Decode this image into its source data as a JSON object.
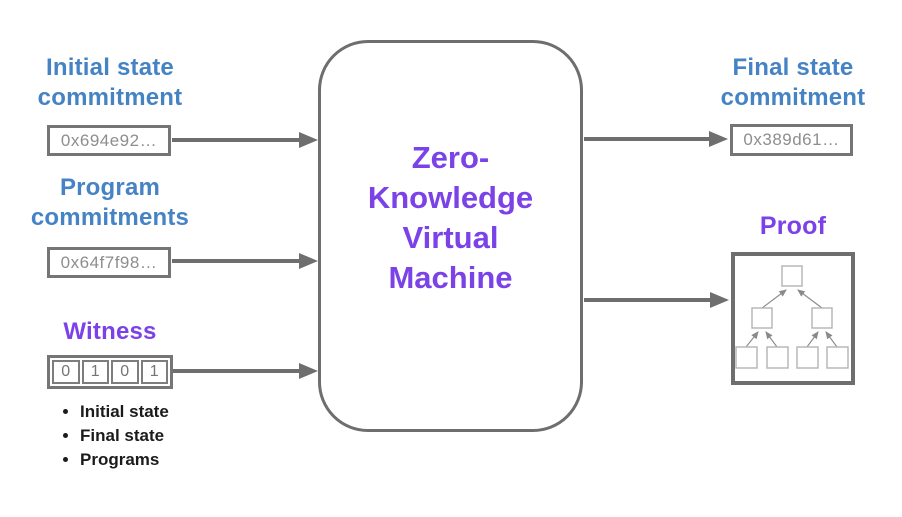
{
  "colors": {
    "heading_blue": "#4583c5",
    "accent_purple": "#7b42e8",
    "box_border_gray": "#757575",
    "arrow_gray": "#6e6e6e",
    "hash_text_gray": "#8e8e8e",
    "bullet_text_black": "#1b1b1b"
  },
  "left_panel": {
    "initial_state": {
      "label": "Initial state\ncommitment",
      "value": "0x694e92…"
    },
    "program": {
      "label": "Program\ncommitments",
      "value": "0x64f7f98…"
    },
    "witness": {
      "label": "Witness",
      "cells": [
        "0",
        "1",
        "0",
        "1"
      ],
      "bullets": [
        "Initial state",
        "Final state",
        "Programs"
      ]
    }
  },
  "vm": {
    "title": "Zero-\nKnowledge\nVirtual\nMachine"
  },
  "right_panel": {
    "final_state": {
      "label": "Final state\ncommitment",
      "value": "0x389d61…"
    },
    "proof": {
      "label": "Proof"
    }
  }
}
